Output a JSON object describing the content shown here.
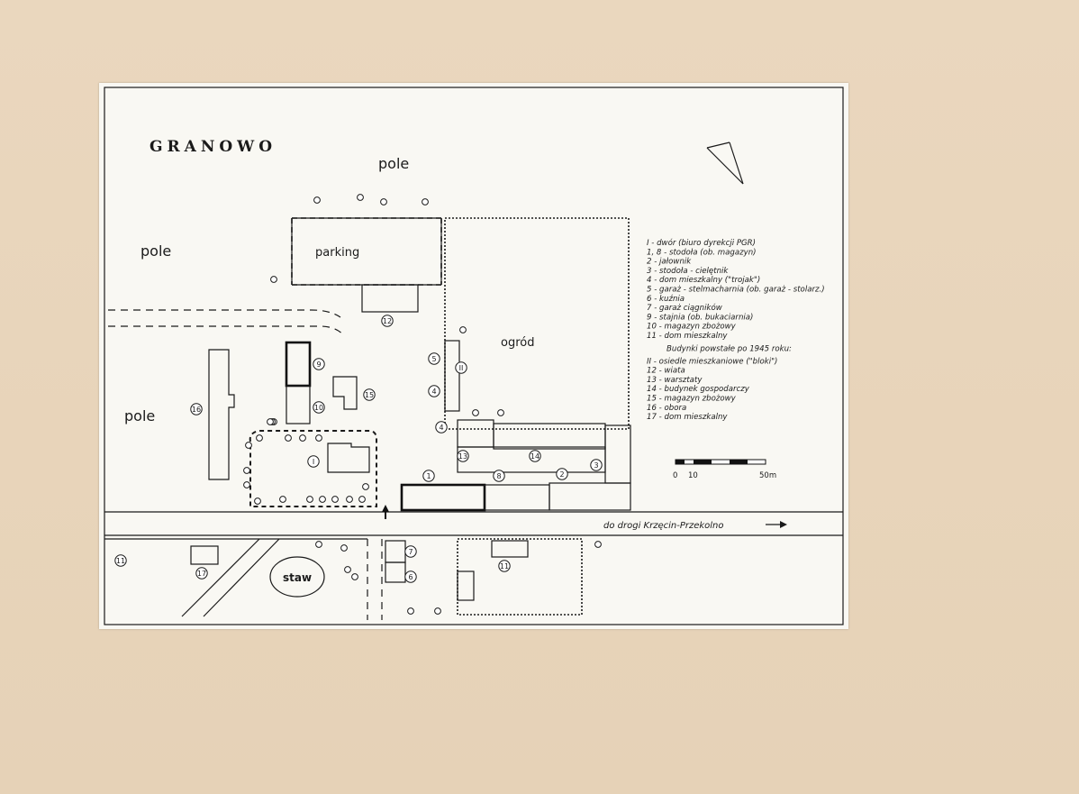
{
  "map": {
    "title": "GRANOWO",
    "fields": {
      "pole_top": "pole",
      "pole_left_upper": "pole",
      "pole_left_lower": "pole"
    },
    "areas": {
      "parking": "parking",
      "garden": "ogród",
      "pond": "staw"
    },
    "road_label": "do drogi Krzęcin-Przekolno",
    "legend": {
      "items": [
        "I - dwór (biuro dyrekcji PGR)",
        "1, 8 - stodoła (ob. magazyn)",
        "2 - jałownik",
        "3 - stodoła - cielętnik",
        "4 - dom mieszkalny (\"trojak\")",
        "5 - garaż - stelmacharnia (ob. garaż - stolarz.)",
        "6 - kuźnia",
        "7 - garaż ciągników",
        "9 - stajnia (ob. bukaciarnia)",
        "10 - magazyn zbożowy",
        "11 - dom mieszkalny"
      ],
      "post1945_heading": "Budynki powstałe po 1945 roku:",
      "post1945_items": [
        "II - osiedle mieszkaniowe (\"bloki\")",
        "12 - wiata",
        "13 - warsztaty",
        "14 - budynek gospodarczy",
        "15 - magazyn zbożowy",
        "16 - obora",
        "17 - dom mieszkalny"
      ]
    },
    "scale": {
      "labels": [
        "0",
        "10",
        "50m"
      ]
    },
    "building_numbers": {
      "b1": "1",
      "b2": "2",
      "b3": "3",
      "b4a": "4",
      "b4b": "4",
      "b5": "5",
      "b6": "6",
      "b7": "7",
      "b8": "8",
      "b9": "9",
      "b10": "10",
      "b11a": "11",
      "b11b": "11",
      "b12": "12",
      "b13": "13",
      "b14": "14",
      "b15": "15",
      "b16": "16",
      "b17": "17",
      "bI": "I",
      "bII": "II"
    }
  }
}
